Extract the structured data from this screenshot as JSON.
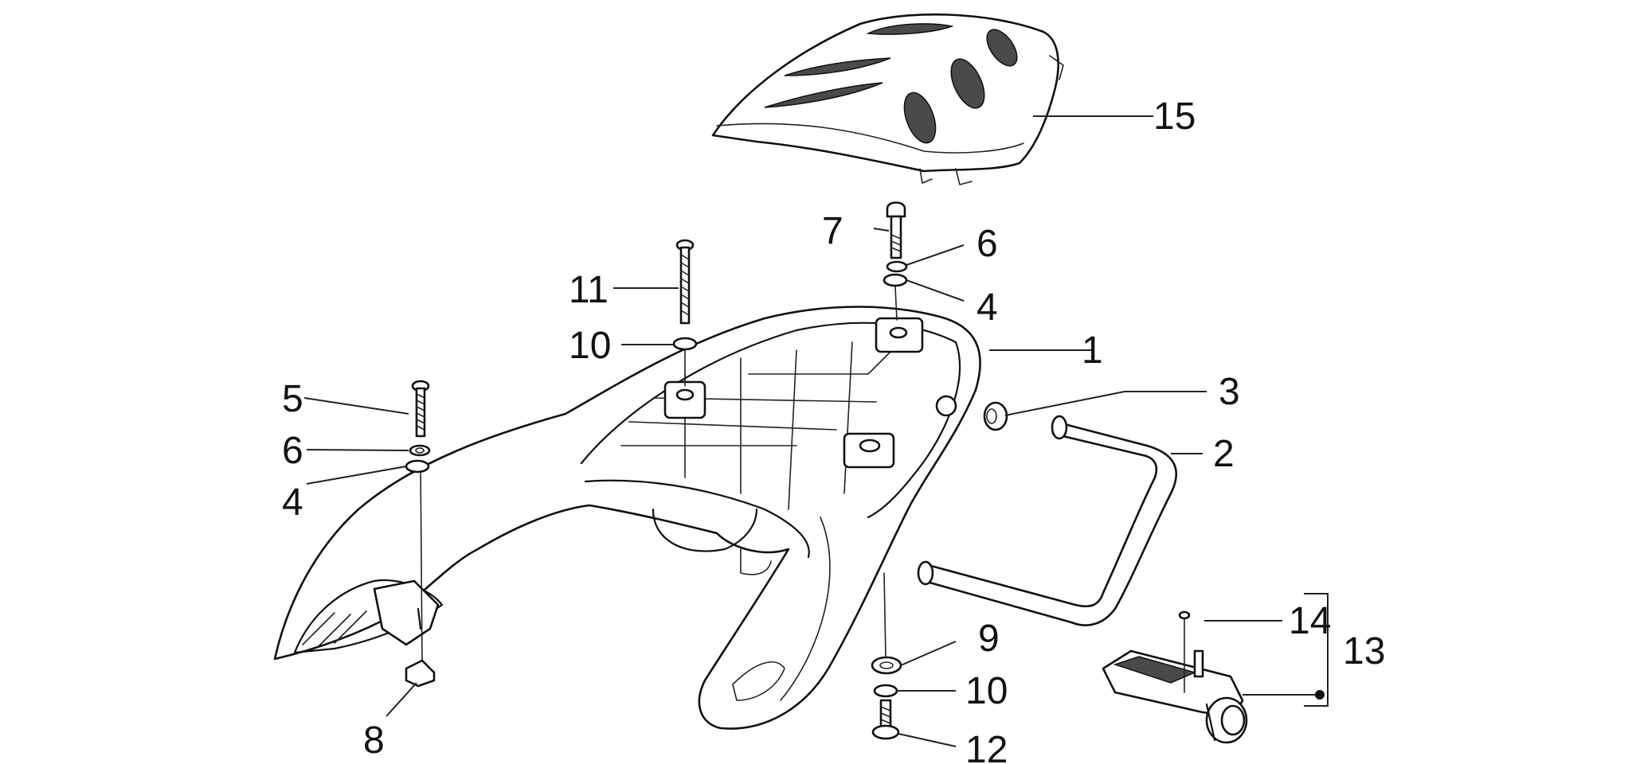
{
  "diagram": {
    "parts": [
      {
        "id": "part-1",
        "number": "1"
      },
      {
        "id": "part-2",
        "number": "2"
      },
      {
        "id": "part-3",
        "number": "3"
      },
      {
        "id": "part-4-left",
        "number": "4"
      },
      {
        "id": "part-4-top",
        "number": "4"
      },
      {
        "id": "part-5",
        "number": "5"
      },
      {
        "id": "part-6-left",
        "number": "6"
      },
      {
        "id": "part-6-top",
        "number": "6"
      },
      {
        "id": "part-7",
        "number": "7"
      },
      {
        "id": "part-8",
        "number": "8"
      },
      {
        "id": "part-9",
        "number": "9"
      },
      {
        "id": "part-10-upper",
        "number": "10"
      },
      {
        "id": "part-10-lower",
        "number": "10"
      },
      {
        "id": "part-11",
        "number": "11"
      },
      {
        "id": "part-12",
        "number": "12"
      },
      {
        "id": "part-13",
        "number": "13"
      },
      {
        "id": "part-14",
        "number": "14"
      },
      {
        "id": "part-15",
        "number": "15"
      }
    ]
  }
}
